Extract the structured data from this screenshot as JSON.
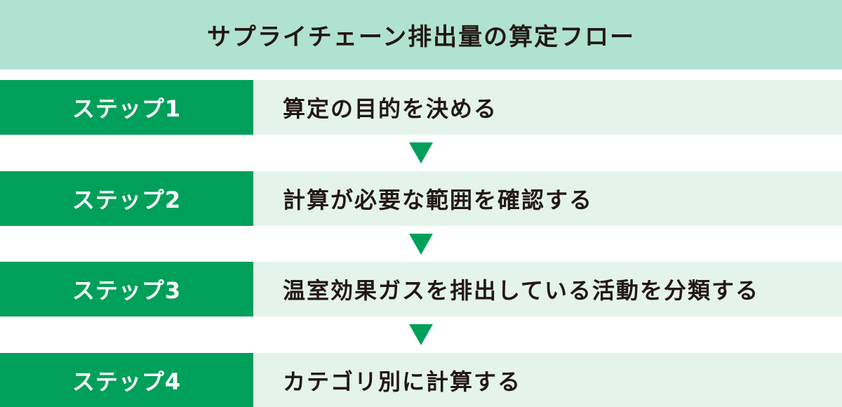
{
  "title": "サプライチェーン排出量の算定フロー",
  "colors": {
    "header_bg": "#b0e2d2",
    "step_green": "#00a05a",
    "desc_bg": "#e4f4ec",
    "text_dark": "#231815"
  },
  "steps": [
    {
      "label": "ステップ1",
      "description": "算定の目的を決める"
    },
    {
      "label": "ステップ2",
      "description": "計算が必要な範囲を確認する"
    },
    {
      "label": "ステップ3",
      "description": "温室効果ガスを排出している活動を分類する"
    },
    {
      "label": "ステップ4",
      "description": "カテゴリ別に計算する"
    }
  ],
  "arrows": [
    "down-triangle",
    "down-triangle",
    "down-triangle"
  ]
}
